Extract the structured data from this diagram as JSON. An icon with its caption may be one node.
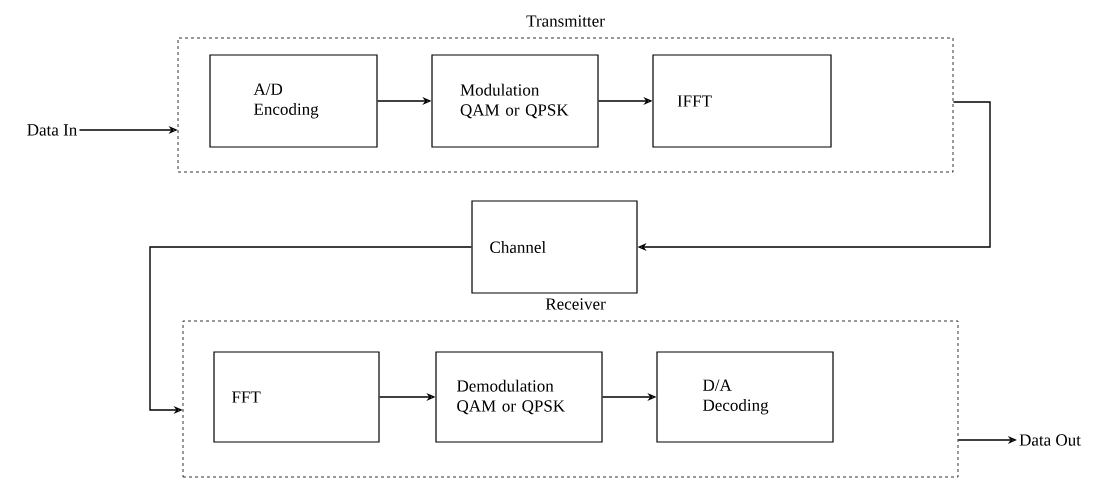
{
  "diagram": {
    "nodes": [
      {
        "text": [
          "Transmitter"
        ]
      },
      {
        "text": [
          "A/D Encoding"
        ],
        "in": 0
      },
      {
        "text": [
          "Modulation QAM or QPSK"
        ],
        "in": 0
      },
      {
        "text": [
          "IFFT"
        ],
        "in": 0
      },
      {
        "text": [
          "Channel"
        ]
      },
      {
        "text": [
          "Receiver"
        ]
      },
      {
        "text": [
          "FFT"
        ],
        "in": 5
      },
      {
        "text": [
          "Demodulation QAM or QPSK"
        ],
        "in": 5
      },
      {
        "text": [
          "D/A Decoding"
        ],
        "in": 5
      },
      {
        "text": [
          "Data In"
        ]
      },
      {
        "text": [
          "Data Out"
        ]
      }
    ],
    "edges": [
      {
        "from": 9,
        "to": 0,
        "arrow": "to"
      },
      {
        "from": 1,
        "to": 2,
        "arrow": "to"
      },
      {
        "from": 2,
        "to": 3,
        "arrow": "to"
      },
      {
        "from": 0,
        "to": 4,
        "arrow": "to"
      },
      {
        "from": 4,
        "to": 5,
        "arrow": "to"
      },
      {
        "from": 6,
        "to": 7,
        "arrow": "to"
      },
      {
        "from": 7,
        "to": 8,
        "arrow": "to"
      },
      {
        "from": 5,
        "to": 10,
        "arrow": "to"
      }
    ]
  }
}
